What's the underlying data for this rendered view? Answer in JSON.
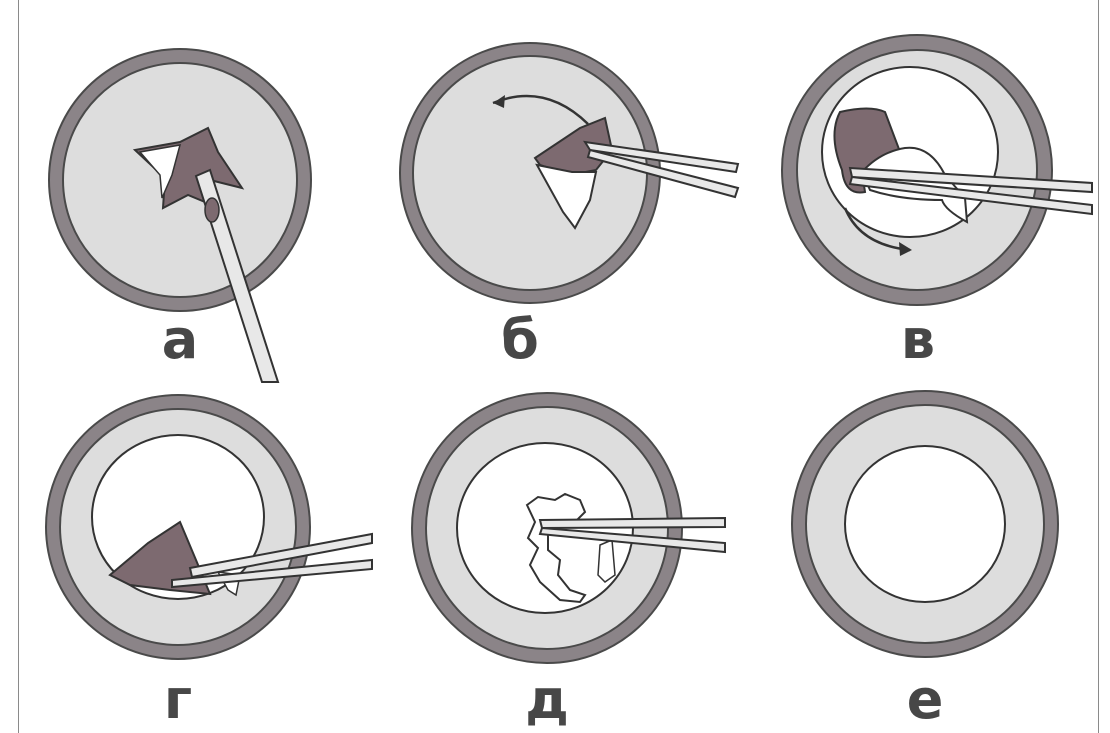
{
  "colors": {
    "outer_ring": "#8b8488",
    "ring_outline": "#4a4a4a",
    "dish_fill": "#dddddd",
    "inner_hole": "#ffffff",
    "membrane": "#7d6a70",
    "instrument": "#e8e8e8",
    "label": "#474747"
  },
  "panels": [
    {
      "id": "a",
      "label": "а"
    },
    {
      "id": "b",
      "label": "б"
    },
    {
      "id": "v",
      "label": "в"
    },
    {
      "id": "g",
      "label": "г"
    },
    {
      "id": "d",
      "label": "д"
    },
    {
      "id": "e",
      "label": "е"
    }
  ]
}
